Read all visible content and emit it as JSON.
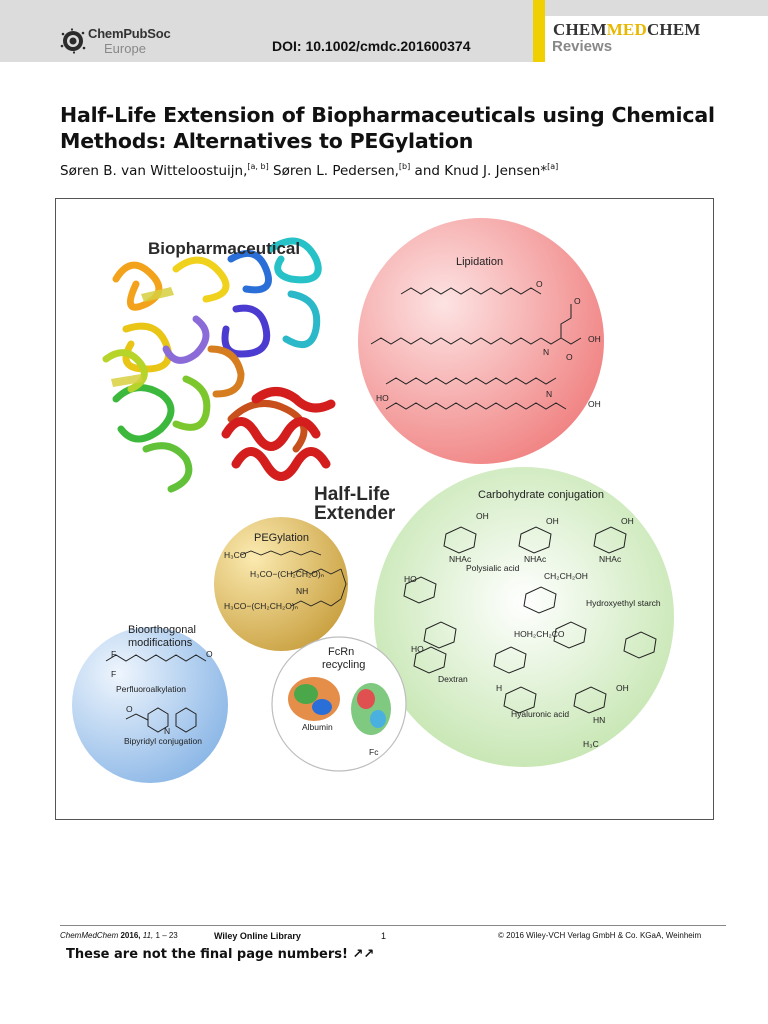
{
  "header": {
    "logo_name": "ChemPubSoc",
    "logo_region": "Europe",
    "doi": "DOI: 10.1002/cmdc.201600374",
    "journal_pre": "CHEM",
    "journal_mid": "MED",
    "journal_post": "CHEM",
    "journal_type": "Reviews",
    "tab_color": "#f0d000"
  },
  "article": {
    "title": "Half-Life Extension of Biopharmaceuticals using Chemical Methods: Alternatives to PEGylation",
    "authors": [
      {
        "name": "Søren B. van Witteloostuijn,",
        "aff": "[a, b]"
      },
      {
        "name": "Søren L. Pedersen,",
        "aff": "[b]"
      },
      {
        "name": "and Knud J. Jensen*",
        "aff": "[a]"
      }
    ]
  },
  "figure": {
    "biopharmaceutical": "Biopharmaceutical",
    "half_life_1": "Half-Life",
    "half_life_2": "Extender",
    "lipidation": "Lipidation",
    "carbohydrate": "Carbohydrate conjugation",
    "polysialic": "Polysialic acid",
    "hydroxyethyl": "Hydroxyethyl starch",
    "dextran": "Dextran",
    "hyaluronic": "Hyaluronic acid",
    "pegylation": "PEGylation",
    "bioorthogonal_1": "Bioorthogonal",
    "bioorthogonal_2": "modifications",
    "perfluoro": "Perfluoroalkylation",
    "bipyridyl": "Bipyridyl conjugation",
    "fcrn_1": "FcRn",
    "fcrn_2": "recycling",
    "albumin": "Albumin",
    "fc": "Fc",
    "atom_labels": {
      "o": "O",
      "oh": "OH",
      "h": "H",
      "n": "N",
      "ho": "HO",
      "nh": "NH",
      "nhac": "NHAc",
      "ch2ch2oh": "CH₂CH₂OH",
      "hoh2ch2co": "HOH₂CH₂CO",
      "h3c": "H₃C",
      "hn": "HN",
      "ho_n": "H",
      "peg1": "H₃CO",
      "peg2": "H₃CO−(CH₂CH₂O)ₙ",
      "peg3": "H₃CO−(CH₂CH₂O)ₙ",
      "f": "F",
      "f2": "F"
    },
    "colors": {
      "lipidation": "#f08a8a",
      "carbohydrate": "#bfe3a8",
      "pegylation": "#d9b34a",
      "bioorthogonal": "#9cc4ec",
      "fcrn": "#ffffff",
      "extender": "#d41e1e"
    }
  },
  "footer": {
    "journal": "ChemMedChem",
    "year": "2016,",
    "volume": "11,",
    "pages": "1 – 23",
    "library": "Wiley Online Library",
    "page": "1",
    "copyright": "© 2016 Wiley-VCH Verlag GmbH & Co. KGaA, Weinheim",
    "notice": "These are not the final page numbers! ↗↗"
  }
}
